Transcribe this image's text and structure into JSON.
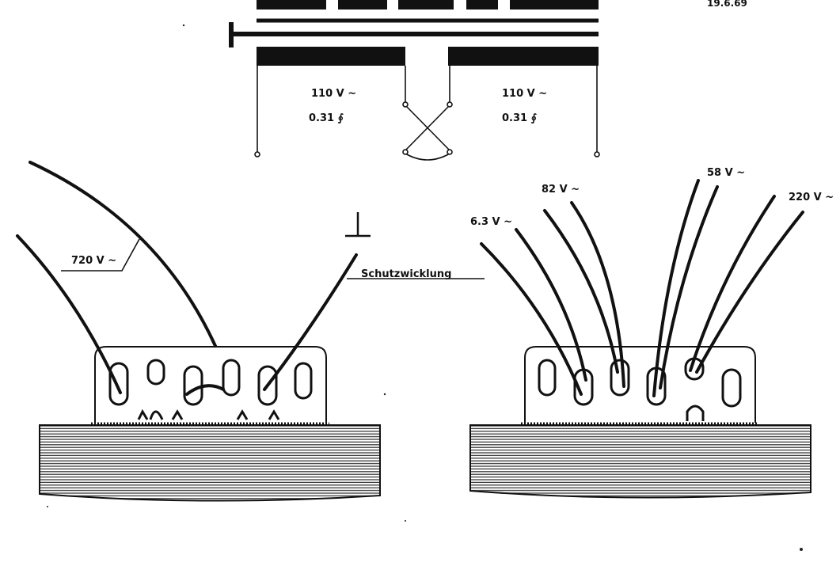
{
  "date": "19.6.69",
  "colors": {
    "ink": "#111111",
    "paper": "#ffffff",
    "core_lines": "#444444"
  },
  "schematic": {
    "left_winding": {
      "voltage": "110 V ~",
      "current": "0.31 ∮"
    },
    "right_winding": {
      "voltage": "110 V ~",
      "current": "0.31 ∮"
    },
    "ground_symbol": "ground-icon"
  },
  "left_transformer": {
    "leads": [
      {
        "label": "720 V ~"
      },
      {
        "label": "Schutzwicklung"
      }
    ],
    "ground_symbol": "ground-icon"
  },
  "right_transformer": {
    "leads": [
      {
        "label": "6.3 V ~"
      },
      {
        "label": "82 V ~"
      },
      {
        "label": "58 V ~"
      },
      {
        "label": "220 V ~"
      }
    ]
  }
}
